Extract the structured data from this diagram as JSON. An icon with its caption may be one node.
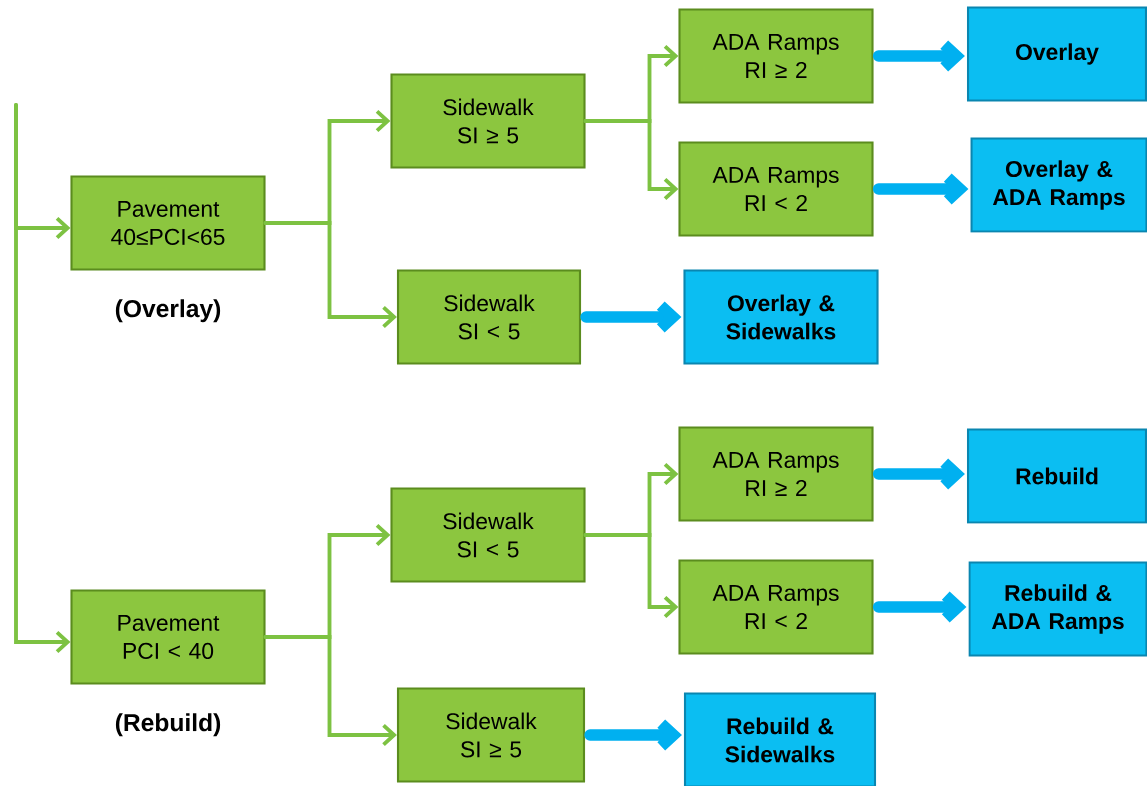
{
  "diagram": {
    "nodes": [
      {
        "text": [
          "Pavement 40≤PCI<65"
        ],
        "beside": [
          "(Overlay)"
        ]
      },
      {
        "text": [
          "Sidewalk SI ≥ 5"
        ]
      },
      {
        "text": [
          "ADA Ramps RI ≥ 2"
        ]
      },
      {
        "text": [
          "Overlay"
        ]
      },
      {
        "text": [
          "ADA Ramps RI < 2"
        ]
      },
      {
        "text": [
          "Overlay & ADA Ramps"
        ]
      },
      {
        "text": [
          "Sidewalk SI < 5"
        ]
      },
      {
        "text": [
          "Overlay & Sidewalks"
        ]
      },
      {
        "text": [
          "Pavement PCI < 40"
        ],
        "beside": [
          "(Rebuild)"
        ]
      },
      {
        "text": [
          "Sidewalk SI < 5"
        ]
      },
      {
        "text": [
          "ADA Ramps RI ≥ 2"
        ]
      },
      {
        "text": [
          "Rebuild"
        ]
      },
      {
        "text": [
          "ADA Ramps RI < 2"
        ]
      },
      {
        "text": [
          "Rebuild & ADA Ramps"
        ]
      },
      {
        "text": [
          "Sidewalk SI ≥ 5"
        ]
      },
      {
        "text": [
          "Rebuild & Sidewalks"
        ]
      }
    ],
    "edges": [
      {
        "from": null,
        "to": 0,
        "arrow": "to"
      },
      {
        "from": null,
        "to": 8,
        "arrow": "to"
      },
      {
        "from": 0,
        "to": 1,
        "arrow": "to"
      },
      {
        "from": 0,
        "to": 6,
        "arrow": "to"
      },
      {
        "from": 1,
        "to": 2,
        "arrow": "to"
      },
      {
        "from": 1,
        "to": 4,
        "arrow": "to"
      },
      {
        "from": 2,
        "to": 3,
        "arrow": "to",
        "style": "thick",
        "color": "#00b0f0"
      },
      {
        "from": 4,
        "to": 5,
        "arrow": "to",
        "style": "thick",
        "color": "#00b0f0"
      },
      {
        "from": 6,
        "to": 7,
        "arrow": "to",
        "style": "thick",
        "color": "#00b0f0"
      },
      {
        "from": 8,
        "to": 9,
        "arrow": "to"
      },
      {
        "from": 8,
        "to": 14,
        "arrow": "to"
      },
      {
        "from": 9,
        "to": 10,
        "arrow": "to"
      },
      {
        "from": 9,
        "to": 12,
        "arrow": "to"
      },
      {
        "from": 10,
        "to": 11,
        "arrow": "to",
        "style": "thick",
        "color": "#00b0f0"
      },
      {
        "from": 12,
        "to": 13,
        "arrow": "to",
        "style": "thick",
        "color": "#00b0f0"
      },
      {
        "from": 14,
        "to": 15,
        "arrow": "to",
        "style": "thick",
        "color": "#00b0f0"
      }
    ]
  }
}
